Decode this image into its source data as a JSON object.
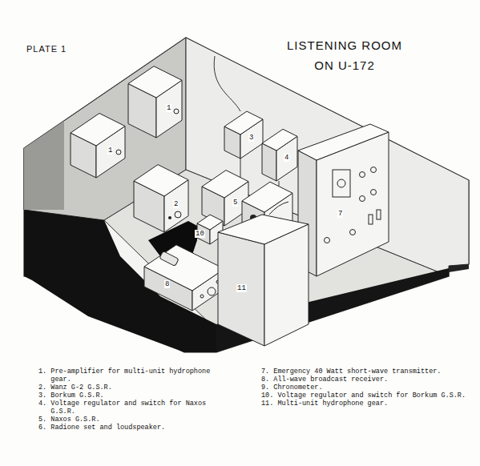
{
  "diagram": {
    "title": "LISTENING ROOM ON U-172",
    "labels": [
      "PLATE 1",
      "1",
      "1",
      "2",
      "3",
      "4",
      "5",
      "7",
      "8",
      "10",
      "11",
      "1. Pre-amplifier for multi-unit hydrophone gear.",
      "2. Wanz G-2 G.S.R.",
      "3. Borkum G.S.R.",
      "4. Voltage regulator and switch for Naxos G.S.R.",
      "5. Naxos G.S.R.",
      "6. Radione set and loudspeaker.",
      "7. Emergency 40 Watt short-wave transmitter.",
      "8. All-wave broadcast receiver.",
      "9. Chronometer.",
      "10. Voltage regulator and switch for Borkum G.S.R.",
      "11. Multi-unit hydrophone gear."
    ]
  }
}
